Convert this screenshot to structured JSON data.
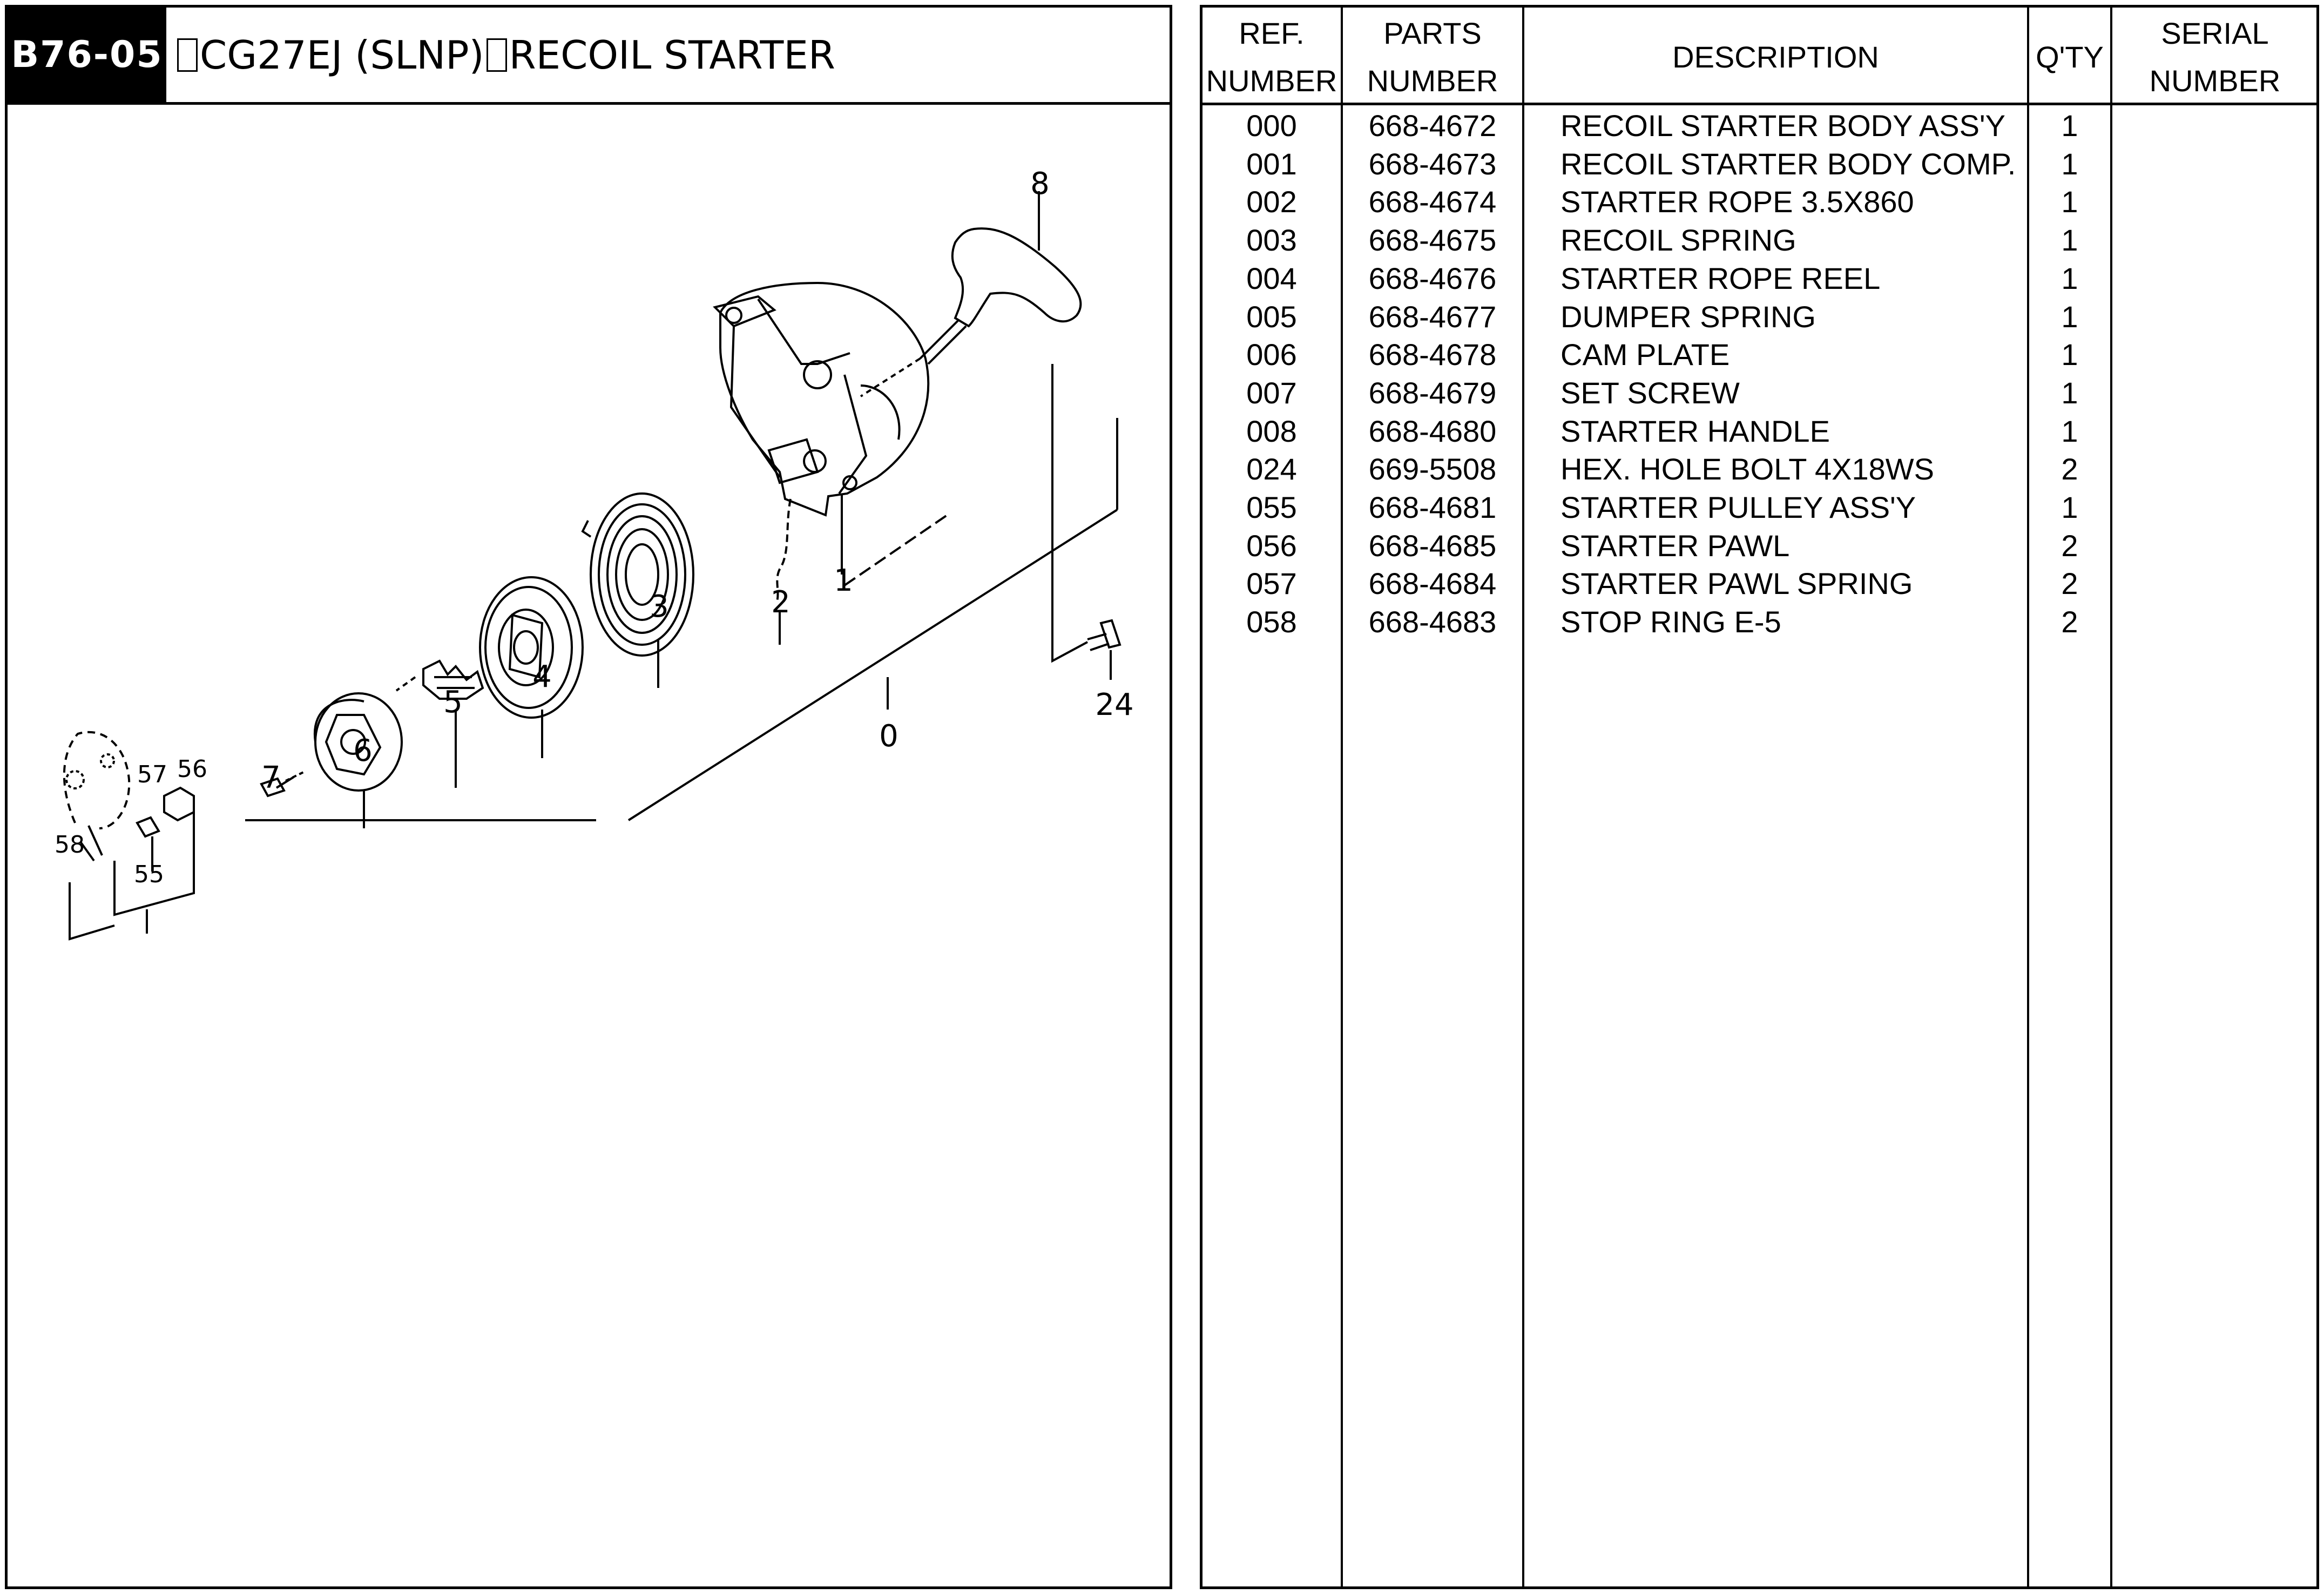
{
  "header": {
    "code": "B76-05",
    "title_model": "CG27EJ (SLNP)",
    "title_section": "RECOIL STARTER"
  },
  "diagram": {
    "callouts": [
      "8",
      "1",
      "2",
      "3",
      "4",
      "5",
      "6",
      "7",
      "0",
      "24",
      "56",
      "57",
      "58",
      "55"
    ]
  },
  "table": {
    "headers": {
      "ref_line1": "REF.",
      "ref_line2": "NUMBER",
      "parts_line1": "PARTS",
      "parts_line2": "NUMBER",
      "description": "DESCRIPTION",
      "qty": "Q'TY",
      "serial_line1": "SERIAL",
      "serial_line2": "NUMBER"
    },
    "rows": [
      {
        "ref": "000",
        "part": "668-4672",
        "desc": "RECOIL STARTER BODY ASS'Y",
        "qty": "1"
      },
      {
        "ref": "001",
        "part": "668-4673",
        "desc": "RECOIL STARTER BODY COMP.",
        "qty": "1"
      },
      {
        "ref": "002",
        "part": "668-4674",
        "desc": "STARTER ROPE 3.5X860",
        "qty": "1"
      },
      {
        "ref": "003",
        "part": "668-4675",
        "desc": "RECOIL SPRING",
        "qty": "1"
      },
      {
        "ref": "004",
        "part": "668-4676",
        "desc": "STARTER ROPE REEL",
        "qty": "1"
      },
      {
        "ref": "005",
        "part": "668-4677",
        "desc": "DUMPER SPRING",
        "qty": "1"
      },
      {
        "ref": "006",
        "part": "668-4678",
        "desc": "CAM PLATE",
        "qty": "1"
      },
      {
        "ref": "007",
        "part": "668-4679",
        "desc": "SET SCREW",
        "qty": "1"
      },
      {
        "ref": "008",
        "part": "668-4680",
        "desc": "STARTER HANDLE",
        "qty": "1"
      },
      {
        "ref": "024",
        "part": "669-5508",
        "desc": "HEX. HOLE BOLT 4X18WS",
        "qty": "2"
      },
      {
        "ref": "055",
        "part": "668-4681",
        "desc": "STARTER PULLEY ASS'Y",
        "qty": "1"
      },
      {
        "ref": "056",
        "part": "668-4685",
        "desc": "STARTER PAWL",
        "qty": "2"
      },
      {
        "ref": "057",
        "part": "668-4684",
        "desc": "STARTER PAWL SPRING",
        "qty": "2"
      },
      {
        "ref": "058",
        "part": "668-4683",
        "desc": "STOP RING E-5",
        "qty": "2"
      }
    ]
  }
}
